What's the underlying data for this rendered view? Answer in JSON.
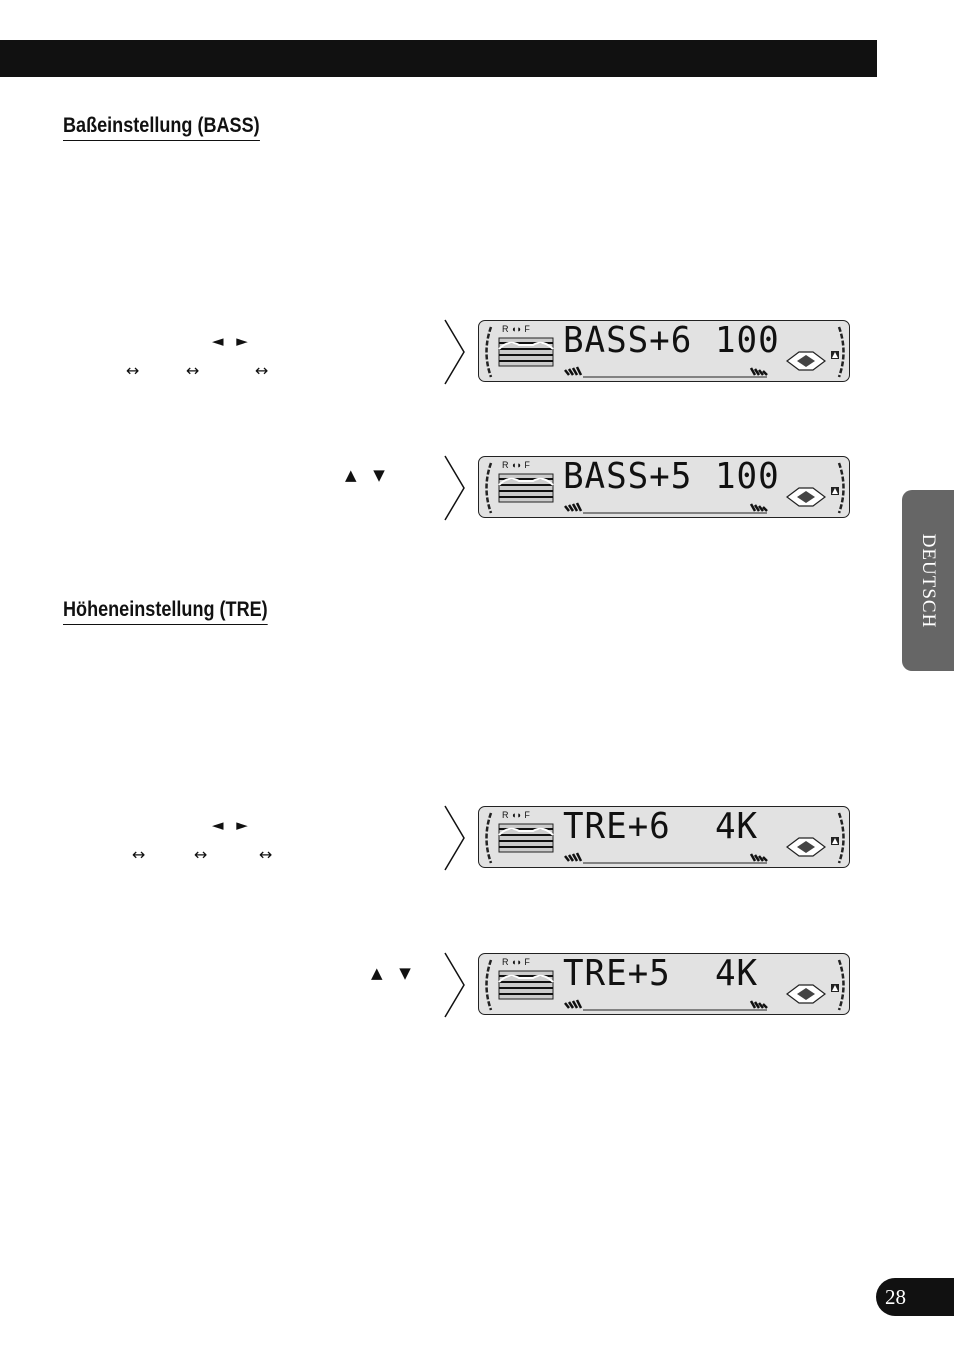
{
  "sections": {
    "bass": {
      "heading": "Baßeinstellung (BASS)",
      "step_keys": {
        "left_right": "◄ ►",
        "cycle": "↔",
        "up_down": "▲ ▼"
      },
      "display_1": {
        "main": "BASS+6",
        "freq": "100",
        "rf_label": "R ◖◗ F"
      },
      "display_2": {
        "main": "BASS+5",
        "freq": "100",
        "rf_label": "R ◖◗ F"
      }
    },
    "treble": {
      "heading": "Höheneinstellung (TRE)",
      "step_keys": {
        "left_right": "◄ ►",
        "cycle": "↔",
        "up_down": "▲ ▼"
      },
      "display_1": {
        "main": "TRE+6",
        "freq": "4K",
        "rf_label": "R ◖◗ F"
      },
      "display_2": {
        "main": "TRE+5",
        "freq": "4K",
        "rf_label": "R ◖◗ F"
      }
    }
  },
  "side_tab": {
    "label": "DEUTSCH",
    "color": "#666666"
  },
  "page_number": "28",
  "colors": {
    "bar": "#111111",
    "lcd_background": "#e2e2e2"
  }
}
